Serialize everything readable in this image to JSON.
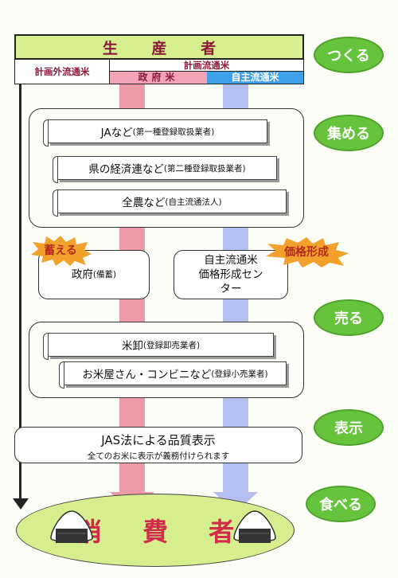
{
  "header": {
    "producer": "生 産 者",
    "outside_rice": "計画外流通米",
    "planned_rice": "計画流通米",
    "government_rice": "政府米",
    "self_rice": "自主流通米"
  },
  "stages": {
    "make": "つくる",
    "collect": "集める",
    "sell": "売る",
    "display": "表示",
    "eat": "食べる"
  },
  "collectors": [
    {
      "name": "JAなど",
      "note": "(第一種登録取扱業者)"
    },
    {
      "name": "県の経済連など",
      "note": "(第二種登録取扱業者)"
    },
    {
      "name": "全農など",
      "note": "(自主流通法人)"
    }
  ],
  "middle": {
    "gov_badge": "蓄える",
    "gov_name": "政府",
    "gov_note": "(備蓄)",
    "price_badge": "価格形成",
    "price_center_line1": "自主流通米",
    "price_center_line2": "価格形成セン",
    "price_center_line3": "ター"
  },
  "sellers": [
    {
      "name": "米卸",
      "note": "(登録卸売業者)"
    },
    {
      "name": "お米屋さん・コンビニなど",
      "note": "(登録小売業者)"
    }
  ],
  "jas": {
    "title": "JAS法による品質表示",
    "subtitle": "全てのお米に表示が義務付けられます"
  },
  "consumer": "消 費 者",
  "colors": {
    "producer_bg": "#d6ee8e",
    "gov_rice": "#f2a3b6",
    "self_rice": "#3fa0ea",
    "stage_cloud": "#66c43c",
    "consumer_text": "#d22a49"
  }
}
